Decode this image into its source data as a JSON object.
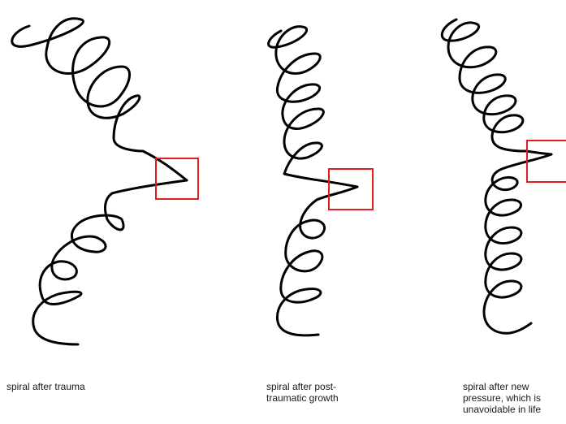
{
  "diagram": {
    "colors": {
      "line": "#000000",
      "highlight": "#e01b22",
      "background": "#ffffff"
    },
    "spirals": [
      {
        "caption_lines": [
          "spiral after trauma"
        ]
      },
      {
        "caption_lines": [
          "spiral after post-",
          "traumatic growth"
        ]
      },
      {
        "caption_lines": [
          "spiral after  new",
          "pressure, which is",
          "unavoidable in life"
        ]
      }
    ]
  }
}
